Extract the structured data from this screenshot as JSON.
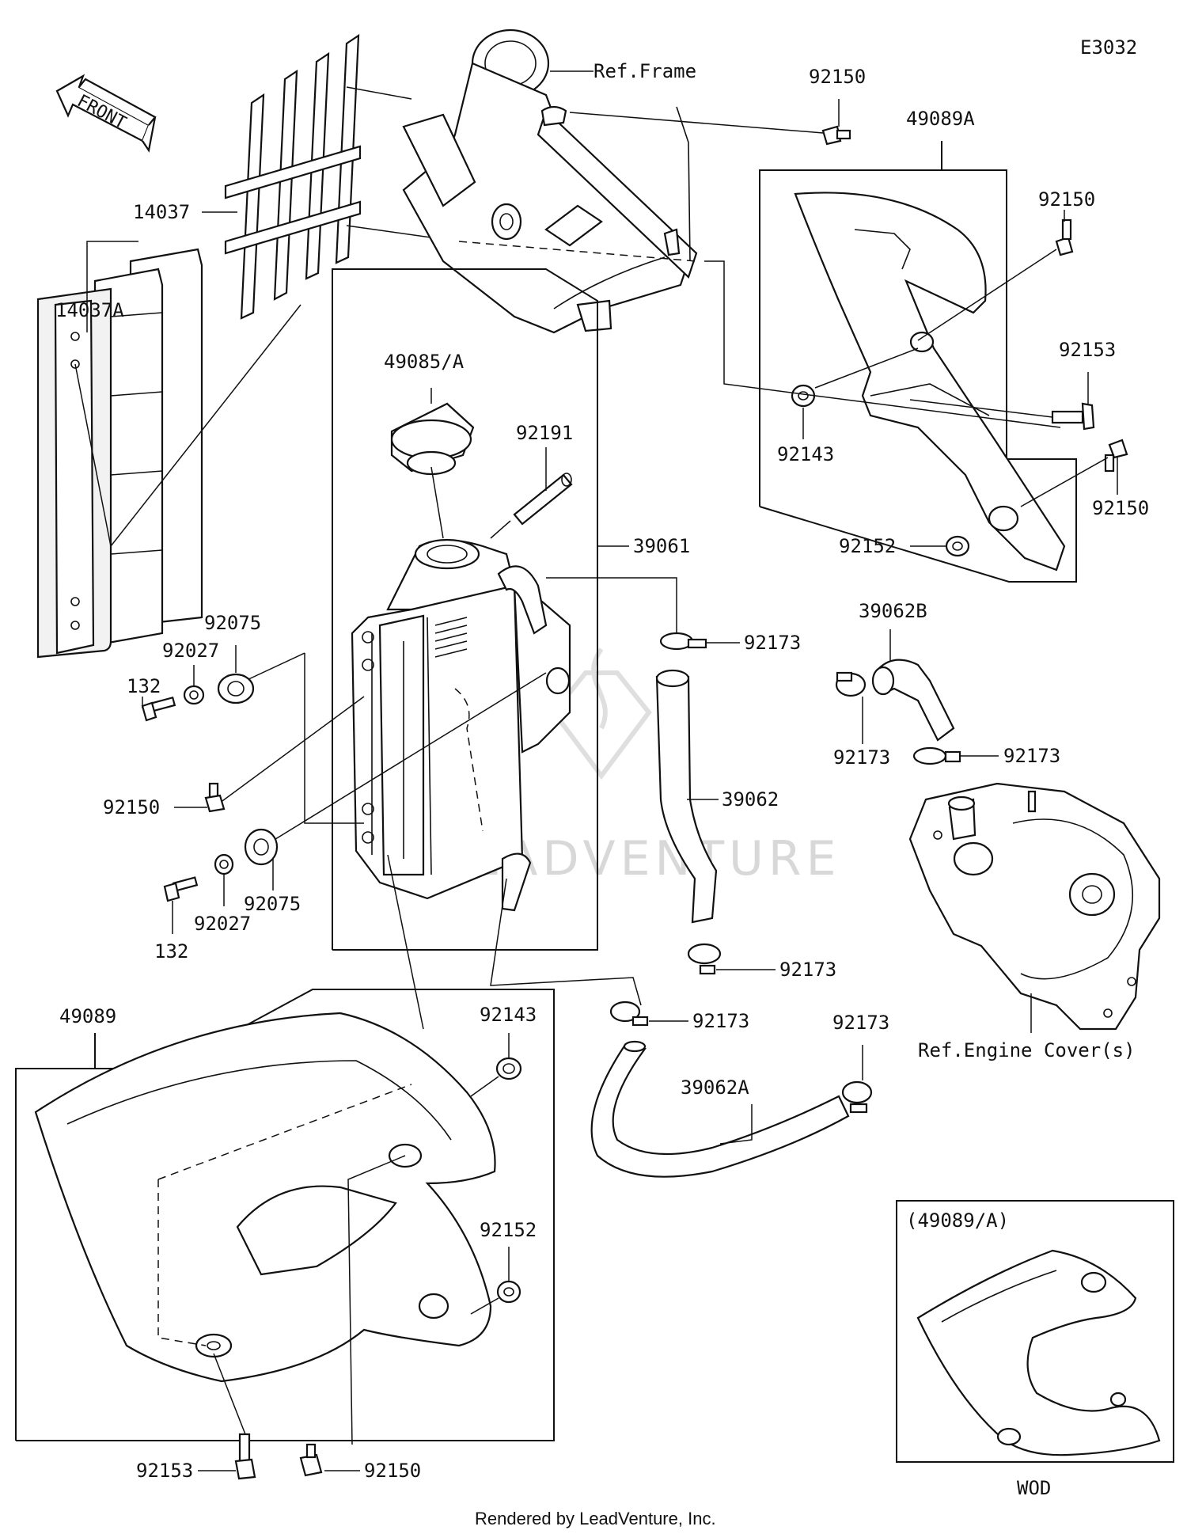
{
  "diagram_code": "E3032",
  "front_label": "FRONT",
  "watermark_text": "LEADVENTURE",
  "footer": "Rendered by LeadVenture, Inc.",
  "inset": {
    "title": "(49089/A)",
    "caption": "WOD"
  },
  "callouts": {
    "ref_frame": "Ref.Frame",
    "bolt_92150_top": "92150",
    "shroud_49089A": "49089A",
    "bolt_92150_right_top": "92150",
    "guard_14037": "14037",
    "bolt_92153_right": "92153",
    "grille_14037A": "14037A",
    "cap_49085A": "49085/A",
    "tube_92191": "92191",
    "collar_92143_right": "92143",
    "bolt_92150_right_bottom": "92150",
    "radiator_39061": "39061",
    "collar_92152_right": "92152",
    "grommet_92075_top": "92075",
    "clamp_92173_a": "92173",
    "washer_92027_top": "92027",
    "hose_39062B": "39062B",
    "bolt_132_top": "132",
    "clamp_92173_b": "92173",
    "clamp_92173_c": "92173",
    "bolt_92150_left": "92150",
    "hose_39062": "39062",
    "grommet_92075_bottom": "92075",
    "washer_92027_bottom": "92027",
    "bolt_132_bottom": "132",
    "clamp_92173_d": "92173",
    "clamp_92173_e": "92173",
    "clamp_92173_f": "92173",
    "shroud_49089": "49089",
    "collar_92143_left": "92143",
    "ref_engine_cover": "Ref.Engine Cover(s)",
    "hose_39062A": "39062A",
    "collar_92152_left": "92152",
    "bolt_92153_bottom": "92153",
    "bolt_92150_bottom": "92150"
  }
}
